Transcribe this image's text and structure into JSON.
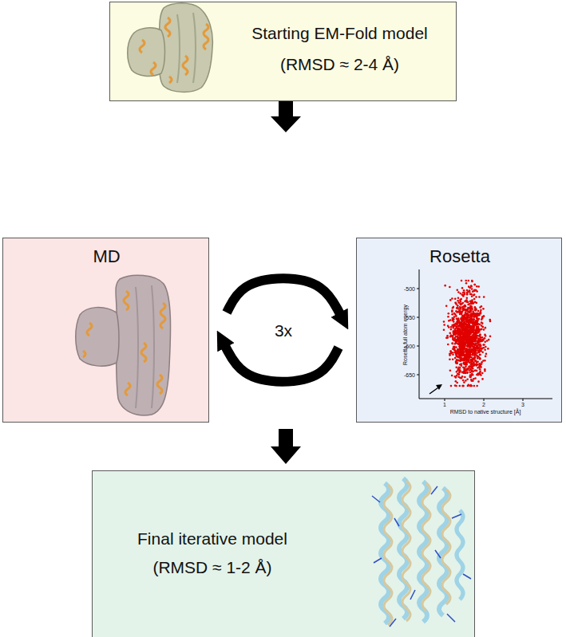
{
  "diagram": {
    "nodes": [
      {
        "text": [
          "Starting EM-Fold model",
          "(RMSD ≈ 2-4 Å)"
        ]
      },
      {
        "text": [
          "MD"
        ]
      },
      {
        "text": [
          "Rosetta"
        ]
      },
      {
        "text": [
          "Final iterative model",
          "(RMSD ≈ 1-2 Å)"
        ]
      }
    ],
    "edges": [
      {
        "from": 1,
        "to": 2,
        "arrow": "to"
      },
      {
        "from": 2,
        "to": 1,
        "arrow": "to"
      }
    ],
    "labels": [
      "3x",
      "Rosetta full atom energy",
      "RMSD to native structure [Å]",
      "-500",
      "-550",
      "-600",
      "-650",
      "1",
      "2",
      "3"
    ]
  }
}
